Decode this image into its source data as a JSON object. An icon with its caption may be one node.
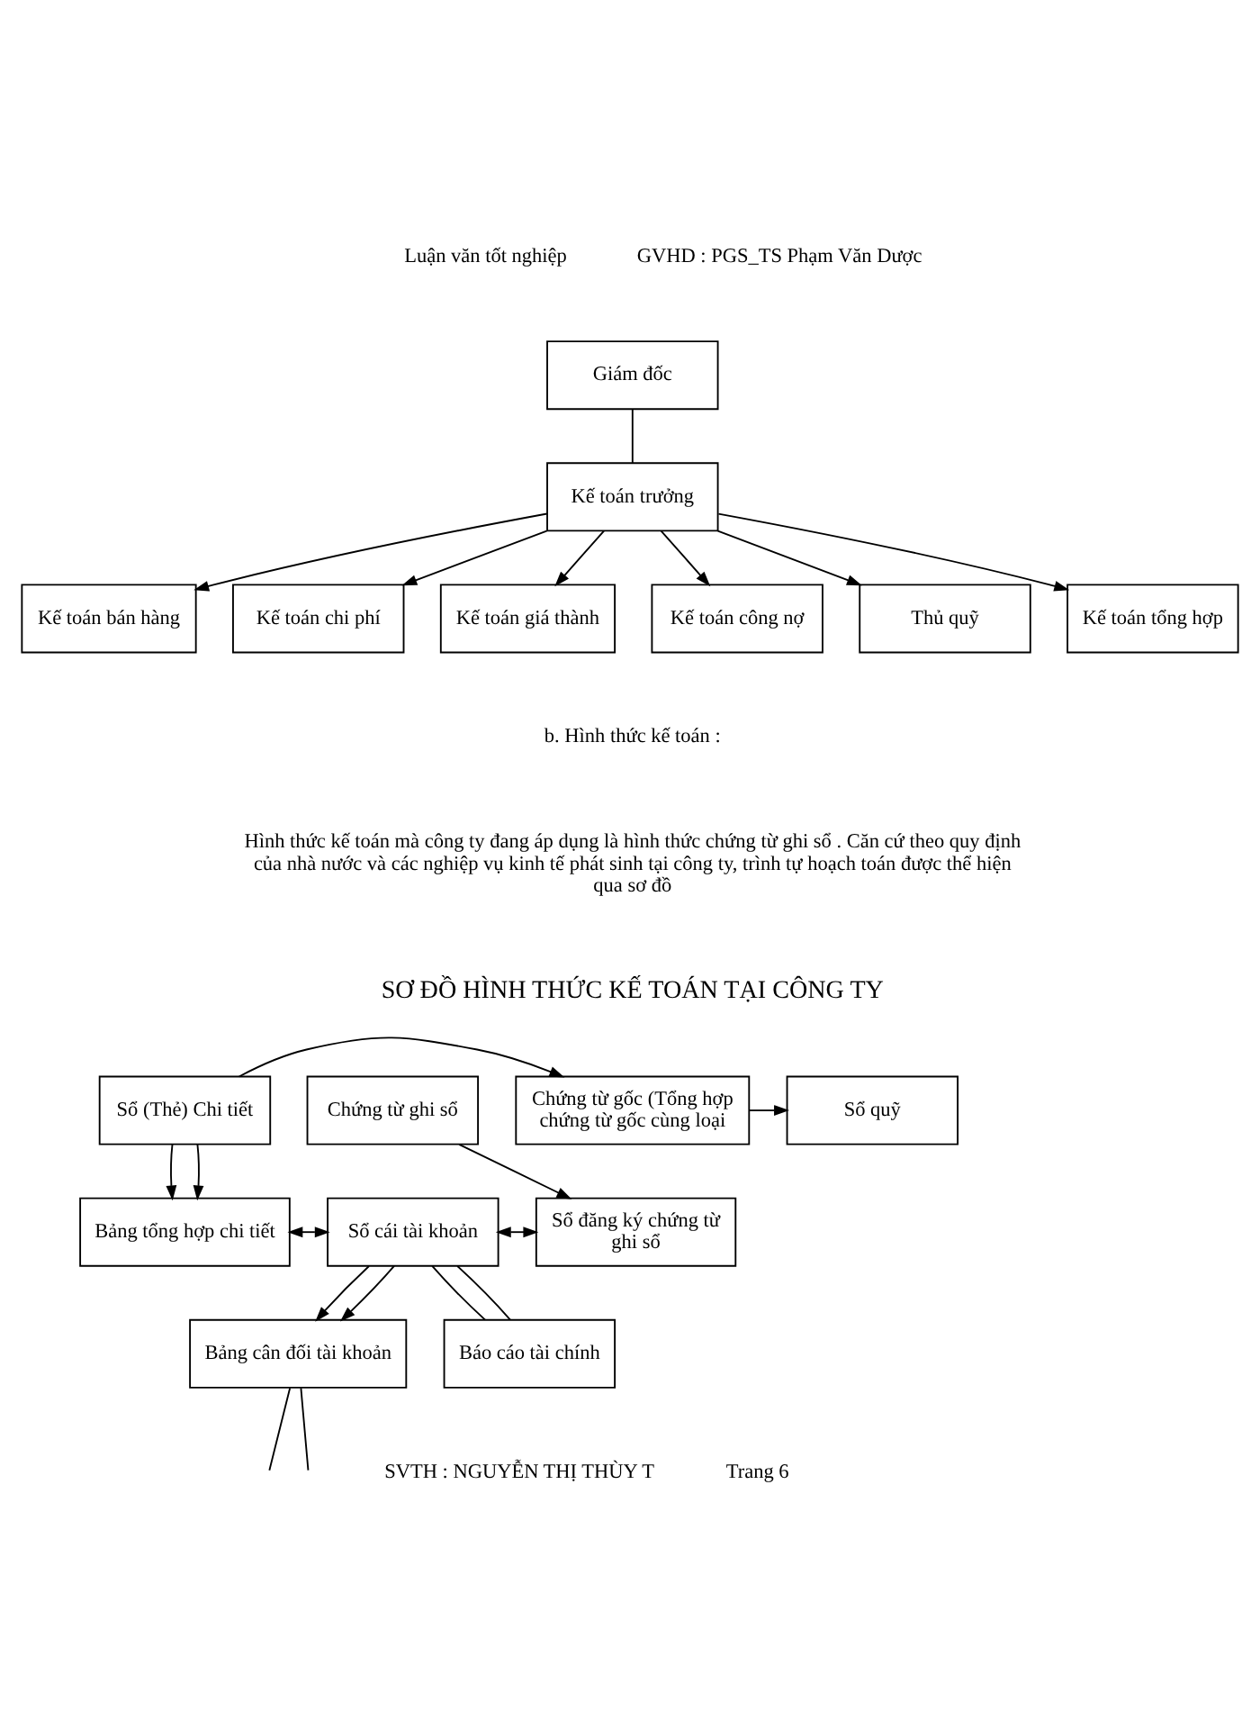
{
  "diagram": {
    "nodes": [
      {
        "text": [
          "Giám đốc"
        ]
      },
      {
        "text": [
          "Kế toán trưởng"
        ]
      },
      {
        "text": [
          "Kế toán bán hàng"
        ]
      },
      {
        "text": [
          "Kế toán chi phí"
        ]
      },
      {
        "text": [
          "Kế toán giá thành"
        ]
      },
      {
        "text": [
          "Kế toán công nợ"
        ]
      },
      {
        "text": [
          "Thủ quỹ"
        ]
      },
      {
        "text": [
          "Kế toán tổng hợp"
        ]
      },
      {
        "text": [
          "Sổ (Thẻ) Chi tiết"
        ]
      },
      {
        "text": [
          "Chứng từ gốc (Tổng hợp chứng từ gốc cùng loại"
        ]
      },
      {
        "text": [
          "Sổ quỹ"
        ]
      },
      {
        "text": [
          "Chứng từ ghi sổ"
        ]
      },
      {
        "text": [
          "Bảng tổng hợp chi tiết"
        ]
      },
      {
        "text": [
          "Sổ cái tài khoản"
        ]
      },
      {
        "text": [
          "Sổ đăng ký chứng từ ghi sổ"
        ]
      },
      {
        "text": [
          "Bảng cân đối tài khoản"
        ]
      },
      {
        "text": [
          "Báo cáo tài chính"
        ]
      }
    ],
    "edges": [
      {
        "from": 0,
        "to": 1,
        "arrow": "none"
      },
      {
        "from": 1,
        "to": 2,
        "arrow": "to"
      },
      {
        "from": 1,
        "to": 3,
        "arrow": "to"
      },
      {
        "from": 1,
        "to": 4,
        "arrow": "to"
      },
      {
        "from": 1,
        "to": 5,
        "arrow": "to"
      },
      {
        "from": 1,
        "to": 6,
        "arrow": "to"
      },
      {
        "from": 1,
        "to": 7,
        "arrow": "to"
      },
      {
        "from": 8,
        "to": 9,
        "arrow": "to"
      },
      {
        "from": 9,
        "to": 10,
        "arrow": "to"
      },
      {
        "from": 8,
        "to": 12,
        "arrow": "to"
      },
      {
        "from": 8,
        "to": 12,
        "arrow": "to"
      },
      {
        "from": 11,
        "to": 14,
        "arrow": "to"
      },
      {
        "from": 12,
        "to": 13,
        "arrow": "both"
      },
      {
        "from": 13,
        "to": 14,
        "arrow": "both"
      },
      {
        "from": 13,
        "to": 15,
        "arrow": "to"
      },
      {
        "from": 13,
        "to": 15,
        "arrow": "to"
      },
      {
        "from": 13,
        "to": 16,
        "arrow": "none"
      },
      {
        "from": 13,
        "to": 16,
        "arrow": "none"
      },
      {
        "from": 15,
        "to": null,
        "arrow": "none"
      },
      {
        "from": 15,
        "to": null,
        "arrow": "none"
      }
    ],
    "labels": [
      "Luận văn tốt nghiệp",
      "GVHD : PGS_TS Phạm Văn Dược",
      "b. Hình thức kế toán :",
      "Hình thức kế toán mà công ty đang áp dụng là hình thức chứng từ ghi sổ . Căn cứ theo quy định của nhà nước và các nghiệp vụ kinh tế phát sinh tại công ty, trình tự hoạch toán được thể hiện qua sơ đồ",
      "SƠ ĐỒ HÌNH THỨC KẾ TOÁN TẠI CÔNG TY",
      "SVTH : NGUYỄN THỊ THÙY T",
      "Trang 6"
    ]
  }
}
